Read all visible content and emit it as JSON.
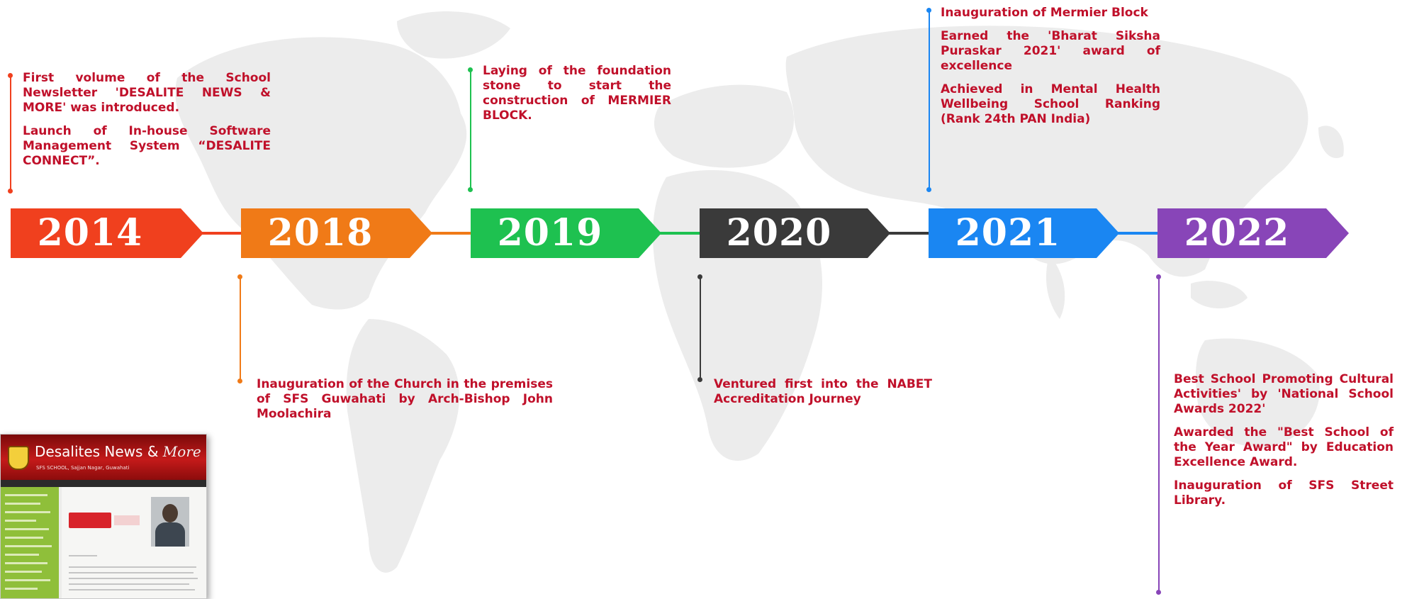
{
  "timeline": {
    "years": [
      {
        "year": "2014",
        "color": "#f0401e"
      },
      {
        "year": "2018",
        "color": "#f07a17"
      },
      {
        "year": "2019",
        "color": "#1ec150"
      },
      {
        "year": "2020",
        "color": "#3a3a3a"
      },
      {
        "year": "2021",
        "color": "#1a86f2"
      },
      {
        "year": "2022",
        "color": "#8845b8"
      }
    ],
    "events": {
      "y2014": [
        "First volume of the School Newsletter 'DESALITE NEWS & MORE' was introduced.",
        "Launch of In-house Software Management System “DESALITE CONNECT”."
      ],
      "y2018": [
        "Inauguration of the Church in the premises of SFS Guwahati by Arch-Bishop John Moolachira"
      ],
      "y2019": [
        "Laying of the foundation stone to start the construction of MERMIER BLOCK."
      ],
      "y2020": [
        "Ventured first into the NABET Accreditation Journey"
      ],
      "y2021": [
        "Inauguration of Mermier Block",
        "Earned the 'Bharat Siksha Puraskar 2021' award of excellence",
        "Achieved in Mental Health Wellbeing School Ranking (Rank 24th PAN India)"
      ],
      "y2022": [
        "Best School Promoting Cultural Activities' by 'National School Awards 2022'",
        "Awarded the \"Best School of the Year Award\" by Education Excellence Award.",
        "Inauguration of SFS Street Library."
      ]
    }
  },
  "newsletter_image": {
    "title_main": "Desalites News",
    "title_amp": "&",
    "title_more": "More",
    "subtitle": "SFS SCHOOL, Sajjan Nagar, Guwahati"
  },
  "colors": {
    "text": "#c0102a",
    "map": "#ececec",
    "connector": "#555555"
  }
}
